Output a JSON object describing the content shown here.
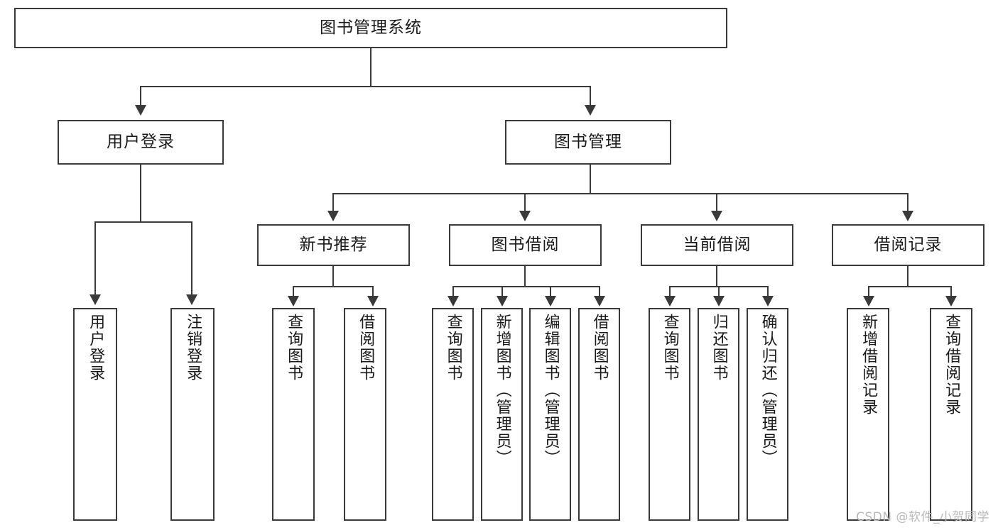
{
  "diagram": {
    "type": "tree",
    "title": "图书管理系统",
    "watermark": "CSDN @软件_小贺同学",
    "colors": {
      "box_border": "#3a3a3a",
      "box_fill": "#ffffff",
      "text": "#1a1a1a",
      "connector": "#3a3a3a",
      "watermark": "#b9b9b9"
    },
    "root": {
      "label": "图书管理系统"
    },
    "level2": [
      {
        "label": "用户登录"
      },
      {
        "label": "图书管理"
      }
    ],
    "level3": [
      {
        "label": "新书推荐"
      },
      {
        "label": "图书借阅"
      },
      {
        "label": "当前借阅"
      },
      {
        "label": "借阅记录"
      }
    ],
    "leaves": {
      "user_login": [
        {
          "label": "用户登录"
        },
        {
          "label": "注销登录"
        }
      ],
      "new_book_recommend": [
        {
          "label": "查询图书"
        },
        {
          "label": "借阅图书"
        }
      ],
      "book_borrow": [
        {
          "label": "查询图书"
        },
        {
          "label": "新增图书（管理员）"
        },
        {
          "label": "编辑图书（管理员）"
        },
        {
          "label": "借阅图书"
        }
      ],
      "current_borrow": [
        {
          "label": "查询图书"
        },
        {
          "label": "归还图书"
        },
        {
          "label": "确认归还（管理员）"
        }
      ],
      "borrow_record": [
        {
          "label": "新增借阅记录"
        },
        {
          "label": "查询借阅记录"
        }
      ]
    }
  }
}
